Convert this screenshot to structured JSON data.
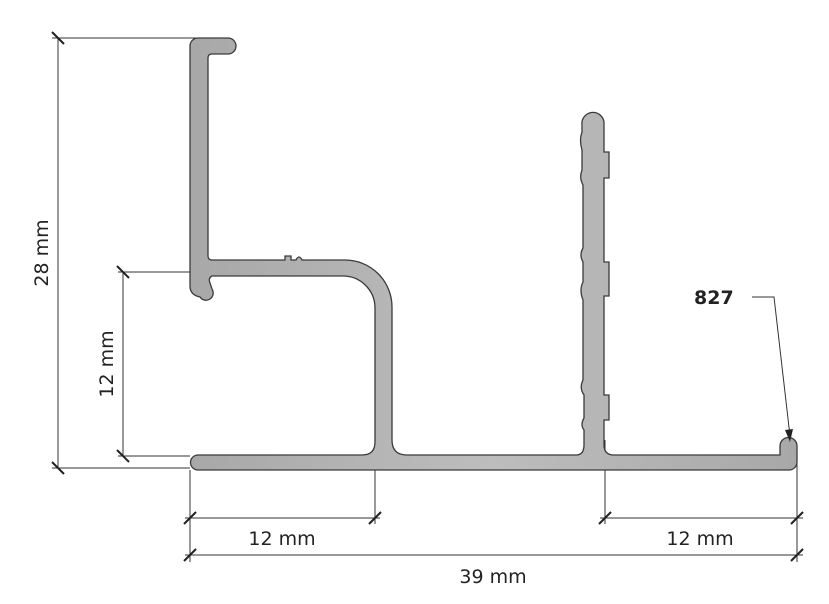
{
  "diagram": {
    "profile_code": "827",
    "dimensions": {
      "total_height": "28 mm",
      "inner_height": "12 mm",
      "left_width": "12 mm",
      "right_width": "12 mm",
      "total_width": "39 mm"
    },
    "colors": {
      "profile_fill": "#b4b4b4",
      "profile_stroke": "#3a3a3a",
      "dimension": "#333333"
    }
  }
}
